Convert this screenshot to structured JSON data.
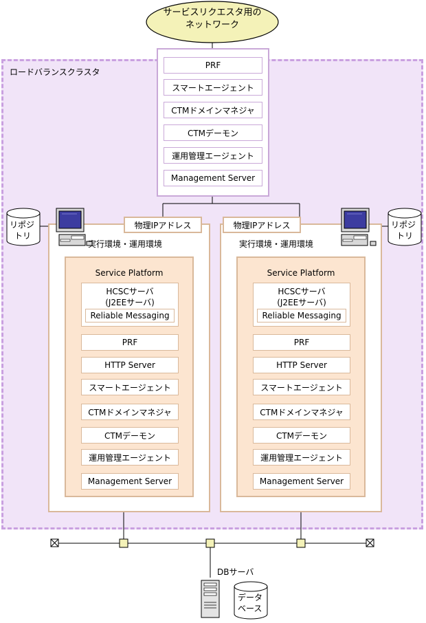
{
  "colors": {
    "cluster_fill": "#f1e4f8",
    "cluster_border": "#c9a0e0",
    "peach_fill": "#fce5d0",
    "peach_border": "#d9b89a",
    "ellipse_fill": "#f4f2b8",
    "line": "#000000"
  },
  "network": {
    "line1": "サービスリクエスタ用の",
    "line2": "ネットワーク"
  },
  "cluster": {
    "label": "ロードバランスクラスタ"
  },
  "top_components": [
    "PRF",
    "スマートエージェント",
    "CTMドメインマネジャ",
    "CTMデーモン",
    "運用管理エージェント",
    "Management Server"
  ],
  "repository": {
    "line1": "リポジ",
    "line2": "トリ"
  },
  "nodes": [
    {
      "ip_label": "物理IPアドレス",
      "env_label": "実行環境・運用環境",
      "platform_label": "Service Platform",
      "hcsc_line1": "HCSCサーバ",
      "hcsc_line2": "(J2EEサーバ)",
      "messaging": "Reliable Messaging",
      "components": [
        "PRF",
        "HTTP Server",
        "スマートエージェント",
        "CTMドメインマネジャ",
        "CTMデーモン",
        "運用管理エージェント",
        "Management Server"
      ]
    },
    {
      "ip_label": "物理IPアドレス",
      "env_label": "実行環境・運用環境",
      "platform_label": "Service Platform",
      "hcsc_line1": "HCSCサーバ",
      "hcsc_line2": "(J2EEサーバ)",
      "messaging": "Reliable Messaging",
      "components": [
        "PRF",
        "HTTP Server",
        "スマートエージェント",
        "CTMドメインマネジャ",
        "CTMデーモン",
        "運用管理エージェント",
        "Management Server"
      ]
    }
  ],
  "db": {
    "server_label": "DBサーバ",
    "database_line1": "データ",
    "database_line2": "ベース"
  }
}
